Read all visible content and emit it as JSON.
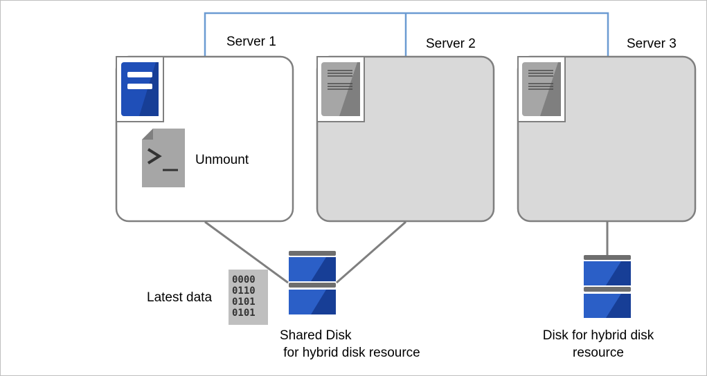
{
  "servers": [
    {
      "label": "Server 1",
      "state": "active"
    },
    {
      "label": "Server 2",
      "state": "inactive"
    },
    {
      "label": "Server 3",
      "state": "inactive"
    }
  ],
  "script": {
    "label": "Unmount",
    "icon": "terminal-script-icon"
  },
  "data_icon": {
    "label": "Latest data",
    "bits": [
      "0000",
      "0110",
      "0101",
      "0101"
    ]
  },
  "shared_disk": {
    "line1": "Shared Disk",
    "line2": " for hybrid disk resource"
  },
  "hybrid_disk": {
    "line1": "Disk for hybrid disk",
    "line2": "resource"
  },
  "colors": {
    "network": "#6b9bd2",
    "active_blue": "#1f4fb8",
    "inactive_gray": "#d9d9d9",
    "border_gray": "#7f7f7f",
    "disk_blue": "#2b5fc7",
    "disk_cap": "#6e6e6e"
  }
}
